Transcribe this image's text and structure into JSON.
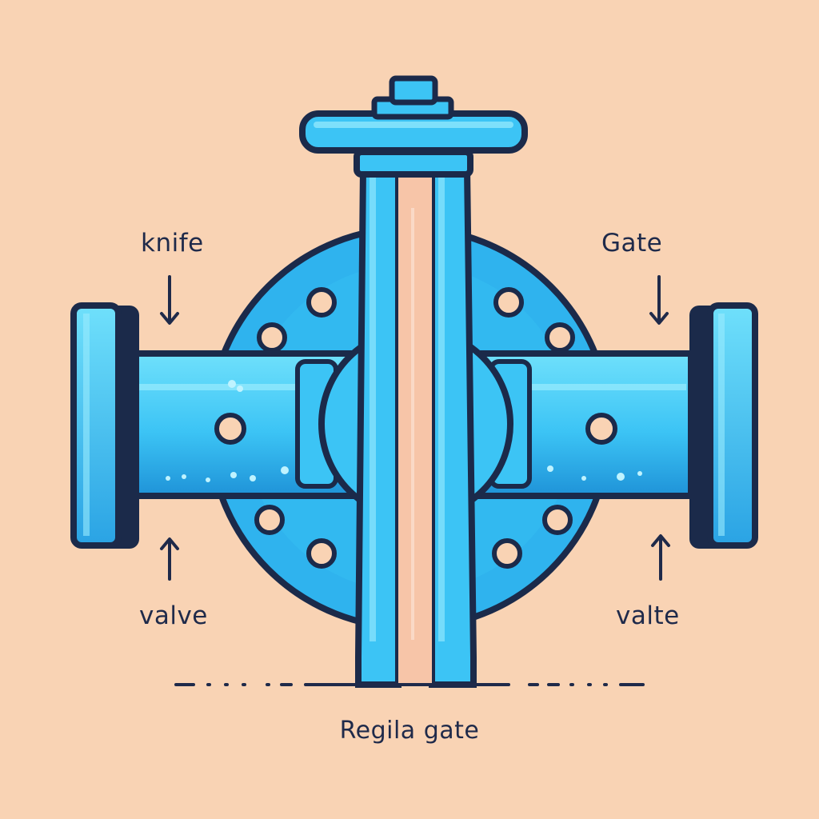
{
  "labels": {
    "top_left": "knife",
    "top_right": "Gate",
    "bottom_left": "valve",
    "bottom_right": "valte"
  },
  "caption": "Regila gate",
  "colors": {
    "background": "#f9d3b4",
    "valve_blue": "#3cc4f5",
    "valve_light": "#62dafb",
    "valve_dark": "#1f93d8",
    "outline": "#1b2a4a",
    "ink": "#1f2a4a"
  },
  "icons": [
    "arrow-down-icon",
    "arrow-up-icon",
    "droplet-icon"
  ]
}
